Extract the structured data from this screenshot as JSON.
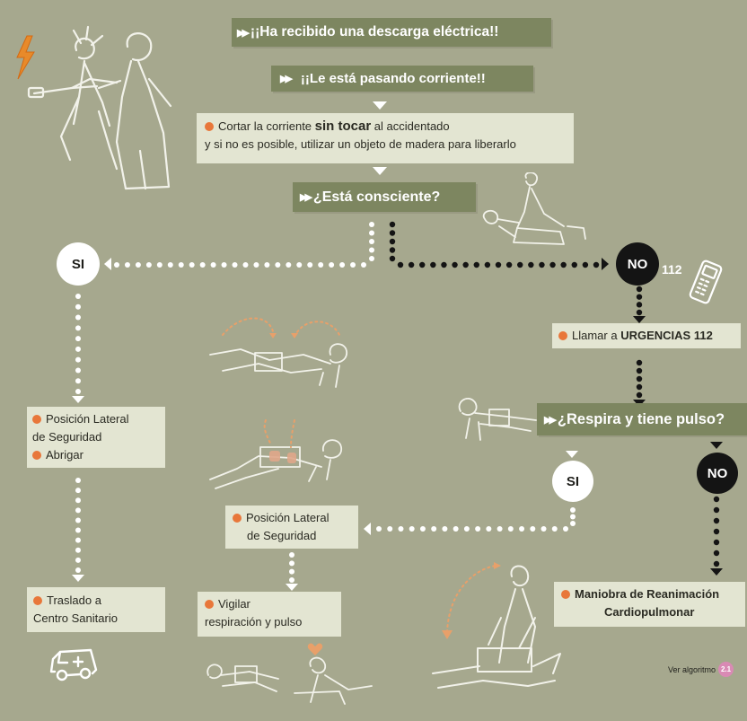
{
  "colors": {
    "background": "#a6a88e",
    "banner": "#7d8660",
    "box": "#e3e5d2",
    "bullet": "#e8773a",
    "ref_badge": "#d98ab4",
    "lightning": "#e88a2a"
  },
  "banners": {
    "shock": "¡¡Ha recibido una descarga eléctrica!!",
    "current": "¡¡Le está pasando corriente!!",
    "conscious": "¿Está consciente?",
    "breathing": "¿Respira y tiene pulso?"
  },
  "steps": {
    "cut_current": {
      "prefix": "Cortar la corriente ",
      "emphasis": "sin tocar",
      "suffix": " al accidentado",
      "line2": "y si no es posible, utilizar un objeto de madera para liberarlo"
    },
    "call": {
      "prefix": "Llamar a ",
      "emphasis": "URGENCIAS 112"
    },
    "pls_left": {
      "line1": "Posición Lateral",
      "line2": "de Seguridad",
      "line3": "Abrigar"
    },
    "transfer": {
      "line1": "Traslado a",
      "line2": "Centro Sanitario"
    },
    "pls_center": {
      "line1": "Posición Lateral",
      "line2": "de Seguridad"
    },
    "monitor": {
      "line1": "Vigilar",
      "line2": "respiración y pulso"
    },
    "cpr": {
      "line1": "Maniobra de Reanimación",
      "line2": "Cardiopulmonar"
    }
  },
  "decisions": {
    "conscious_yes": "SI",
    "conscious_no": "NO",
    "breathing_yes": "SI",
    "breathing_no": "NO"
  },
  "phone_number": "112",
  "reference": {
    "label": "Ver algoritmo",
    "badge": "2.1"
  },
  "icons": {
    "lightning": "lightning-bolt-icon",
    "phone": "mobile-phone-icon",
    "ambulance": "ambulance-icon",
    "heart": "heart-icon",
    "fast_forward": "double-chevron-icon"
  }
}
